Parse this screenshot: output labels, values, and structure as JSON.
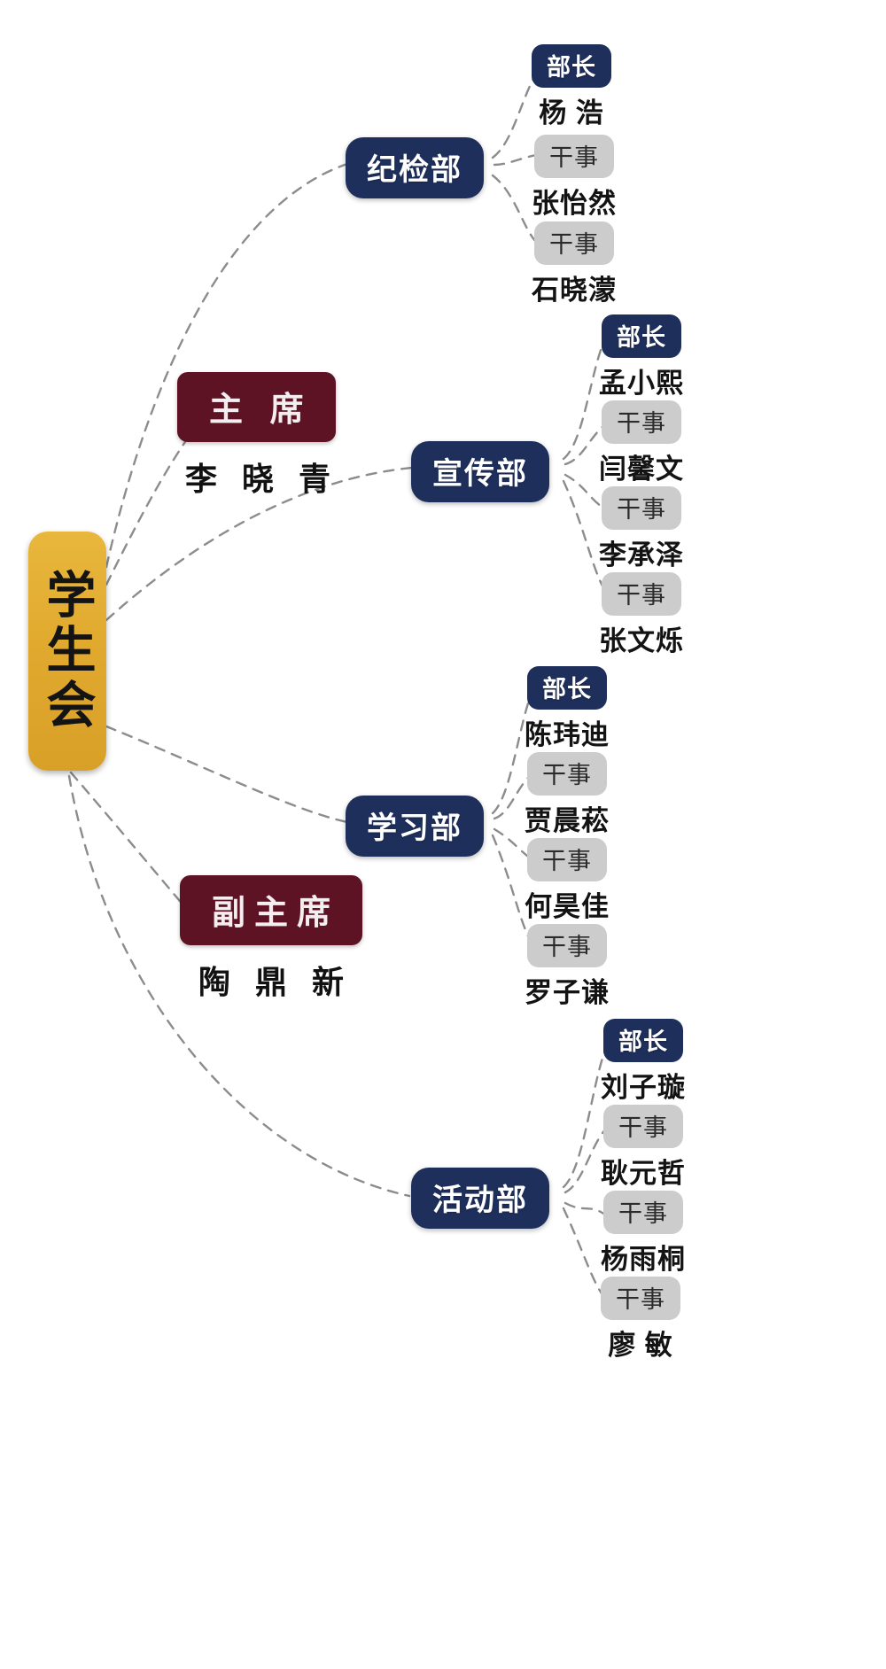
{
  "root": {
    "label": "学生会"
  },
  "leadership": [
    {
      "title": "主  席",
      "name": "李 晓 青",
      "data_name": "chairman"
    },
    {
      "title": "副主席",
      "name": "陶 鼎 新",
      "data_name": "vice-chairman"
    }
  ],
  "departments": [
    {
      "name": "纪检部",
      "members": [
        {
          "role": "部长",
          "role_type": "head",
          "name": "杨 浩"
        },
        {
          "role": "干事",
          "role_type": "staff",
          "name": "张怡然"
        },
        {
          "role": "干事",
          "role_type": "staff",
          "name": "石晓濛"
        }
      ]
    },
    {
      "name": "宣传部",
      "members": [
        {
          "role": "部长",
          "role_type": "head",
          "name": "孟小熙"
        },
        {
          "role": "干事",
          "role_type": "staff",
          "name": "闫馨文"
        },
        {
          "role": "干事",
          "role_type": "staff",
          "name": "李承泽"
        },
        {
          "role": "干事",
          "role_type": "staff",
          "name": "张文烁"
        }
      ]
    },
    {
      "name": "学习部",
      "members": [
        {
          "role": "部长",
          "role_type": "head",
          "name": "陈玮迪"
        },
        {
          "role": "干事",
          "role_type": "staff",
          "name": "贾晨菘"
        },
        {
          "role": "干事",
          "role_type": "staff",
          "name": "何昊佳"
        },
        {
          "role": "干事",
          "role_type": "staff",
          "name": "罗子谦"
        }
      ]
    },
    {
      "name": "活动部",
      "members": [
        {
          "role": "部长",
          "role_type": "head",
          "name": "刘子璇"
        },
        {
          "role": "干事",
          "role_type": "staff",
          "name": "耿元哲"
        },
        {
          "role": "干事",
          "role_type": "staff",
          "name": "杨雨桐"
        },
        {
          "role": "干事",
          "role_type": "staff",
          "name": "廖 敏"
        }
      ]
    }
  ],
  "colors": {
    "root_gold": "#e0a92e",
    "leader_maroon": "#5e1324",
    "dept_navy": "#1e2f5c",
    "staff_gray": "#cccccc",
    "link_gray": "#8c8c8c"
  }
}
